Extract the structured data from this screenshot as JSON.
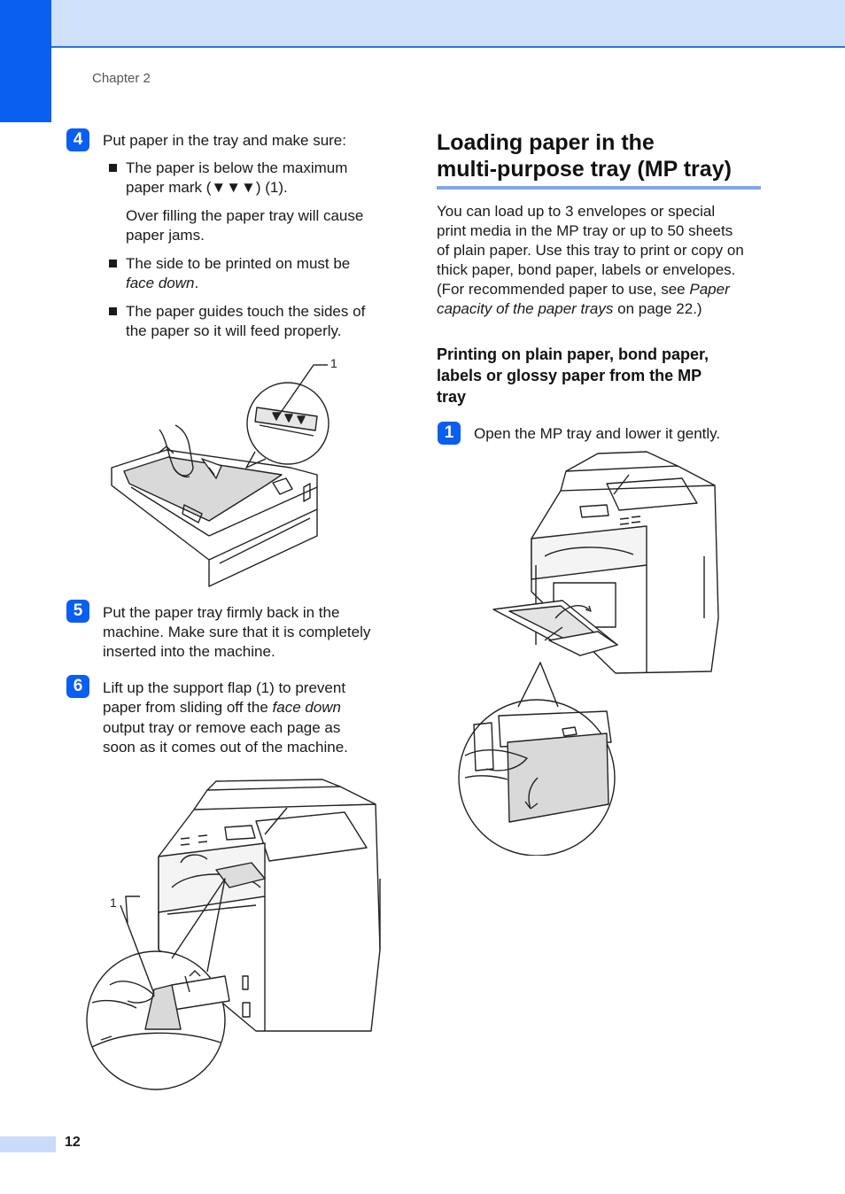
{
  "header": {
    "chapter": "Chapter 2"
  },
  "left": {
    "step4": {
      "number": "4",
      "text": "Put paper in the tray and make sure:",
      "b1_l1": "The paper is below the maximum",
      "b1_l2": "paper mark (▼▼▼) (1).",
      "b1_p_l1": "Over filling the paper tray will cause",
      "b1_p_l2": "paper jams.",
      "b2_l1": "The side to be printed on must be",
      "b2_l2": "face down",
      "b2_l2_end": ".",
      "b3_l1": "The paper guides touch the sides of",
      "b3_l2": "the paper so it will feed properly.",
      "callout": "1"
    },
    "step5": {
      "number": "5",
      "l1": "Put the paper tray firmly back in the",
      "l2": "machine. Make sure that it is completely",
      "l3": "inserted into the machine."
    },
    "step6": {
      "number": "6",
      "l1": "Lift up the support flap (1) to prevent",
      "l2a": "paper from sliding off the ",
      "l2b": "face down",
      "l3": "output tray or remove each page as",
      "l4": "soon as it comes out of the machine.",
      "callout": "1"
    }
  },
  "right": {
    "title_l1": "Loading paper in the",
    "title_l2": "multi-purpose tray (MP tray)",
    "intro_l1": "You can load up to 3 envelopes or special",
    "intro_l2": "print media in the MP tray or up to 50 sheets",
    "intro_l3": "of plain paper. Use this tray to print or copy on",
    "intro_l4": "thick paper, bond paper, labels or envelopes.",
    "intro_l5a": "(For recommended paper to use, see ",
    "intro_l5b": "Paper",
    "intro_l6a": "capacity of the paper trays",
    "intro_l6b": " on page 22.)",
    "sub_l1": "Printing on plain paper, bond paper,",
    "sub_l2": "labels or glossy paper from the MP",
    "sub_l3": "tray",
    "step1": {
      "number": "1",
      "text": "Open the MP tray and lower it gently."
    }
  },
  "footer": {
    "page": "12"
  }
}
